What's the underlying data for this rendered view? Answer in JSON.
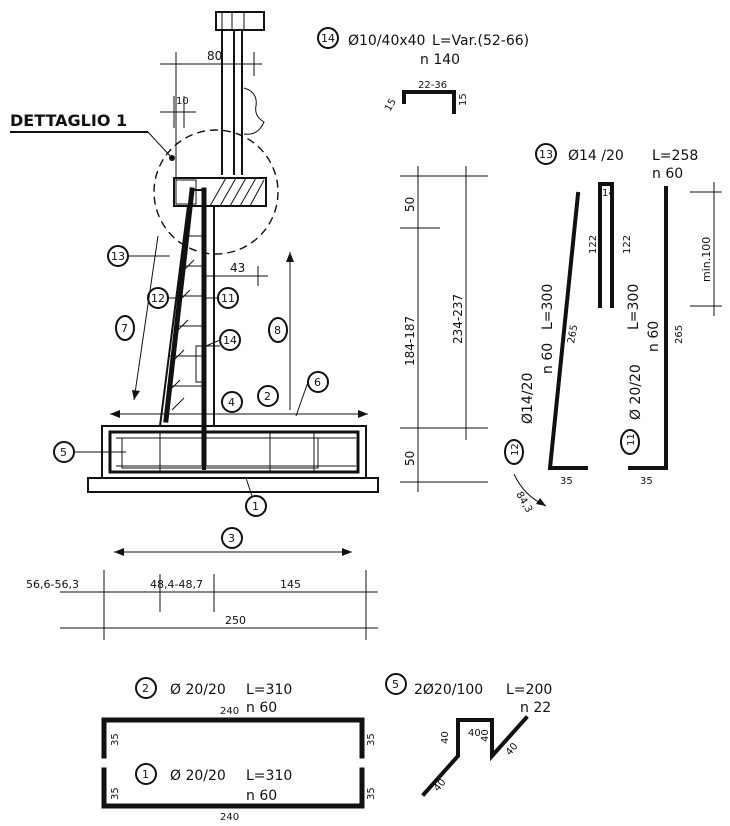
{
  "detail_label": "DETTAGLIO 1",
  "bars": {
    "b14": {
      "mark": "14",
      "spec": "Ø10/40x40",
      "length": "L=Var.(52-66)",
      "count": "n 140",
      "dims": {
        "top": "22-36",
        "left": "15",
        "right": "15"
      }
    },
    "b13": {
      "mark": "13",
      "spec": "Ø14 /20",
      "length": "L=258",
      "count": "n  60",
      "dims": {
        "short": "14",
        "left_len": "122",
        "right_len": "122",
        "min": "min.100"
      }
    },
    "b12": {
      "mark": "12",
      "spec": "Ø14/20",
      "length": "L=300",
      "count": "n  60",
      "dims": {
        "leg": "265",
        "foot": "35",
        "angle": "84,3"
      }
    },
    "b11": {
      "mark": "11",
      "spec": "Ø 20/20",
      "length": "L=300",
      "count": "n  60",
      "dims": {
        "leg": "265",
        "foot": "35"
      }
    },
    "b2": {
      "mark": "2",
      "spec": "Ø 20/20",
      "length": "L=310",
      "count": "n  60",
      "dims": {
        "top": "240",
        "left": "35",
        "right": "35"
      }
    },
    "b1": {
      "mark": "1",
      "spec": "Ø 20/20",
      "length": "L=310",
      "count": "n  60",
      "dims": {
        "bottom": "240",
        "left": "35",
        "right": "35"
      }
    },
    "b5": {
      "mark": "5",
      "spec": "2Ø20/100",
      "length": "L=200",
      "count": "n 22",
      "dims": {
        "d1": "40",
        "d2": "40",
        "d3": "40",
        "d4": "40",
        "d5": "40"
      }
    }
  },
  "section_marks": [
    "13",
    "12",
    "11",
    "14",
    "7",
    "8",
    "4",
    "2",
    "6",
    "5",
    "1",
    "3"
  ],
  "section_dims": {
    "top_width": "80",
    "detail_width": "10",
    "mid_width": "43"
  },
  "vertical_dims": {
    "upper": "50",
    "left_range": "184-187",
    "right_range": "234-237",
    "lower": "50"
  },
  "footing_dims": {
    "seg1": "56,6-56,3",
    "seg2": "48,4-48,7",
    "seg3": "145",
    "total": "250"
  }
}
